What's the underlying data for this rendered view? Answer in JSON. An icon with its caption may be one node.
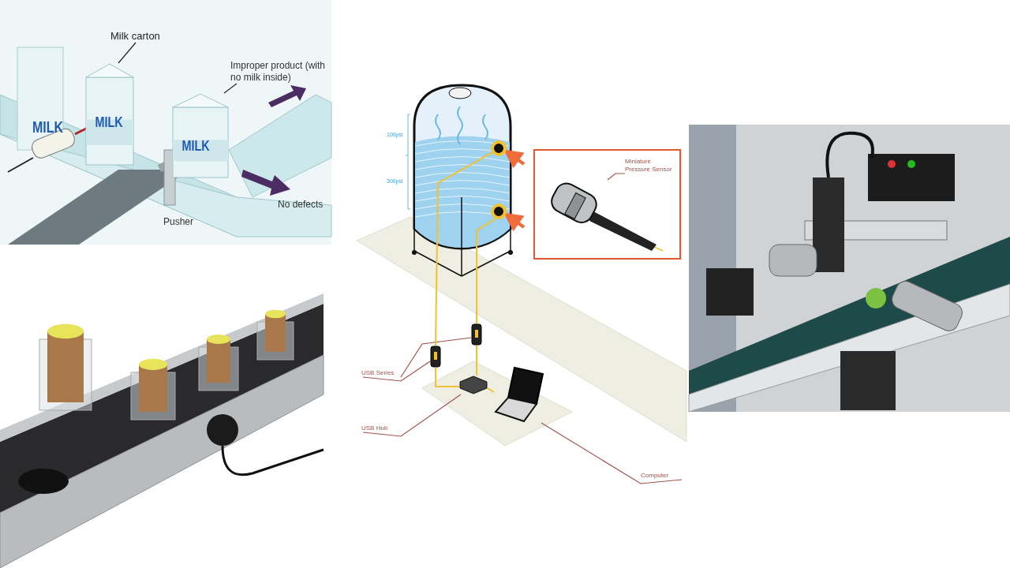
{
  "diagram": {
    "nodes": [
      {
        "text": [
          "Milk carton"
        ]
      },
      {
        "text": [],
        "shape": "box"
      },
      {
        "text": [
          "Improper product (with no milk inside)"
        ]
      },
      {
        "text": [],
        "shape": "box"
      },
      {
        "text": [],
        "shape": "circle"
      },
      {
        "text": [
          "Miniature Pressure Sensor"
        ]
      },
      {
        "text": [],
        "shape": "picture"
      },
      {
        "text": [],
        "shape": "circle"
      },
      {
        "text": [],
        "shape": "picture"
      },
      {
        "text": [
          "USB Series"
        ]
      },
      {
        "text": [],
        "shape": "picture"
      },
      {
        "text": [],
        "shape": "picture"
      },
      {
        "text": [],
        "shape": "picture"
      },
      {
        "text": [
          "USB Hub"
        ]
      },
      {
        "text": [
          "Computer"
        ]
      }
    ],
    "edges": [
      {
        "from": 0,
        "to": 1,
        "arrow": "none",
        "color": "#222222"
      },
      {
        "from": 2,
        "to": 3,
        "arrow": "none",
        "color": "#222222"
      },
      {
        "from": 5,
        "to": 6,
        "arrow": "none",
        "color": "#a0524d"
      },
      {
        "from": 9,
        "to": 10,
        "arrow": "none",
        "color": "#a0524d"
      },
      {
        "from": 9,
        "to": 8,
        "arrow": "none",
        "color": "#a0524d"
      },
      {
        "from": 13,
        "to": 11,
        "arrow": "none",
        "color": "#a0524d"
      },
      {
        "from": 14,
        "to": 12,
        "arrow": "none",
        "color": "#a0524d"
      },
      {
        "from": null,
        "to": 4,
        "arrow": "to",
        "style": "thick",
        "color": "#f26b3a"
      },
      {
        "from": null,
        "to": 7,
        "arrow": "to",
        "style": "thick",
        "color": "#f26b3a"
      },
      {
        "from": 4,
        "to": 10,
        "arrow": "none",
        "color": "#f2c230"
      },
      {
        "from": 7,
        "to": 8,
        "arrow": "none",
        "color": "#f2c230"
      },
      {
        "from": 10,
        "to": 11,
        "arrow": "none",
        "color": "#f2c230"
      },
      {
        "from": 8,
        "to": 11,
        "arrow": "none",
        "color": "#f2c230"
      },
      {
        "from": 11,
        "to": 12,
        "arrow": "none",
        "color": "#f2c230"
      }
    ],
    "labels": [
      "MILK",
      "MILK",
      "MILK",
      "No defects",
      "Pusher",
      "100psi",
      "300psi"
    ]
  }
}
